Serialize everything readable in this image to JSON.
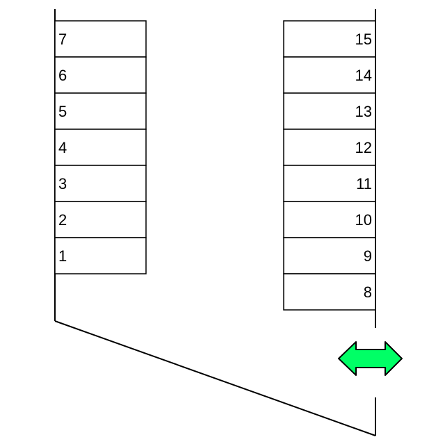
{
  "lot_map": {
    "left_column": [
      {
        "number": "7"
      },
      {
        "number": "6"
      },
      {
        "number": "5"
      },
      {
        "number": "4"
      },
      {
        "number": "3"
      },
      {
        "number": "2"
      },
      {
        "number": "1"
      }
    ],
    "right_column": [
      {
        "number": "15"
      },
      {
        "number": "14"
      },
      {
        "number": "13"
      },
      {
        "number": "12"
      },
      {
        "number": "11"
      },
      {
        "number": "10"
      },
      {
        "number": "9"
      },
      {
        "number": "8"
      }
    ],
    "entrance_arrow": {
      "icon": "double-arrow-icon",
      "color": "#00ff66"
    }
  }
}
